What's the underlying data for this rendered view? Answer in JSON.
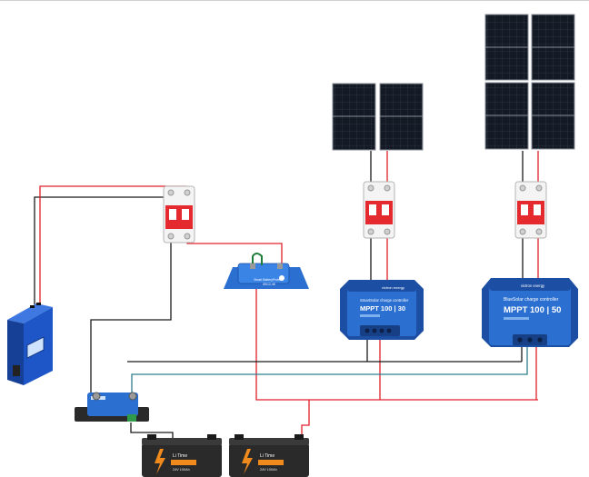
{
  "colors": {
    "positive_wire": "#e0202a",
    "negative_wire": "#1a1a1a",
    "teal_wire": "#2e7d8c",
    "victron_blue": "#2b6fd1",
    "victron_blue_dark": "#1c4fa3",
    "panel_cell": "#141a24",
    "breaker_red": "#e52a2f",
    "battery_body": "#2a2a2a",
    "battery_orange": "#f08a1c",
    "inverter_blue": "#1e56c8"
  },
  "icons": {
    "solar_panel": "solar-panel-icon",
    "breaker": "dc-breaker-icon",
    "charge_controller": "mppt-controller-icon",
    "battery_protect": "battery-protect-icon",
    "shunt": "battery-monitor-shunt-icon",
    "battery": "lithium-battery-icon",
    "inverter": "grid-tie-inverter-icon"
  },
  "mppt_small": {
    "brand": "victron energy",
    "series_title": "SmartSolar charge controller",
    "model": "MPPT 100 | 30"
  },
  "mppt_large": {
    "brand": "victron energy",
    "series_title": "BlueSolar charge controller",
    "model": "MPPT 100 | 50"
  },
  "battery_protect": {
    "title": "Smart BatteryProtect",
    "model": "65/12-48"
  },
  "battery_1": {
    "brand": "Li Time",
    "spec": "24V 100Ah"
  },
  "battery_2": {
    "brand": "Li Time",
    "spec": "24V 100Ah"
  }
}
